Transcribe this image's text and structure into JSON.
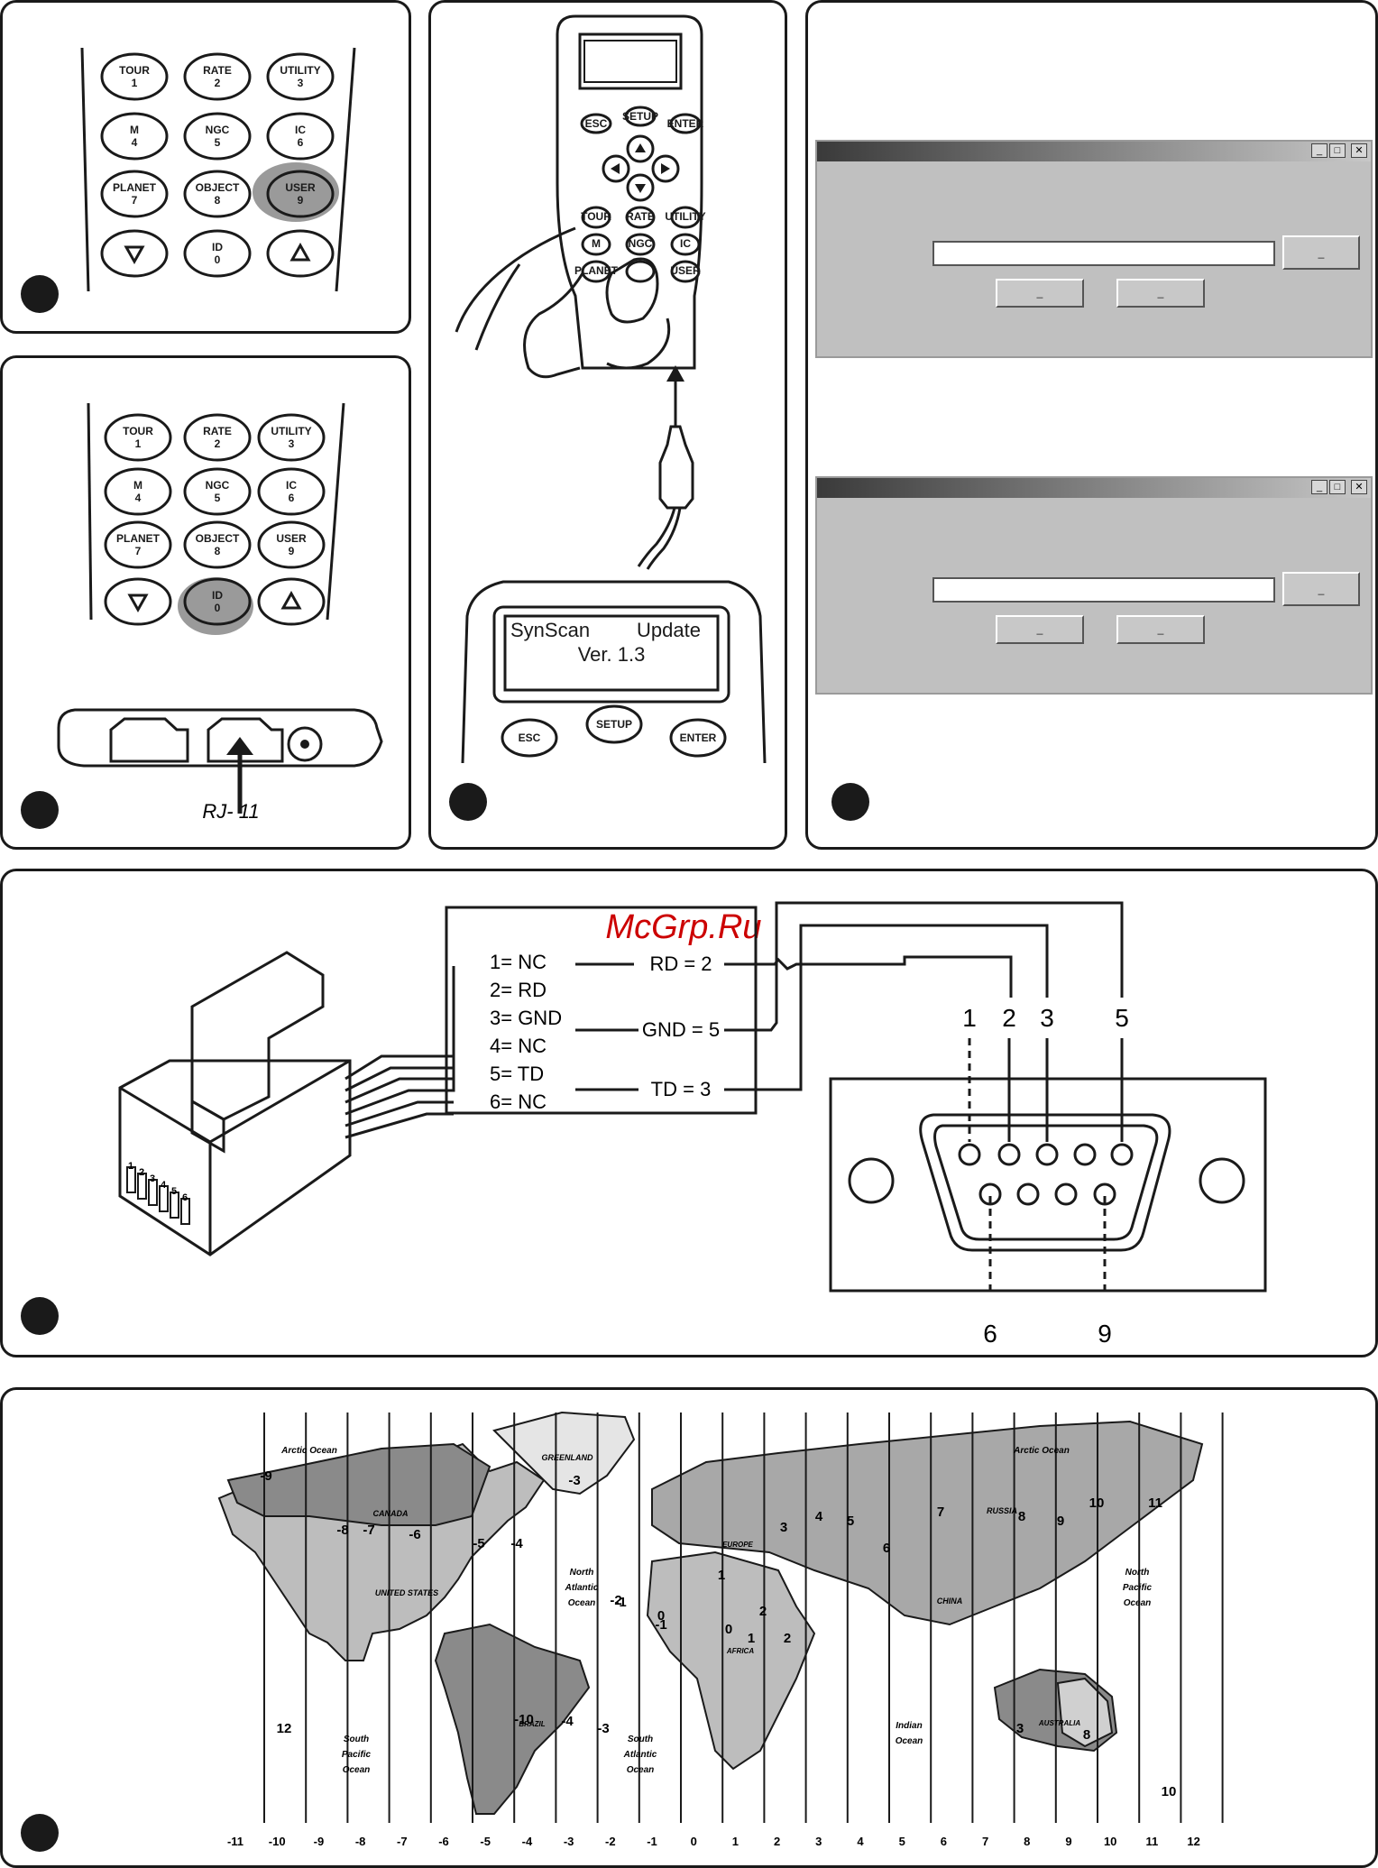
{
  "panel1": {
    "keys": [
      {
        "label": "TOUR",
        "num": "1"
      },
      {
        "label": "RATE",
        "num": "2"
      },
      {
        "label": "UTILITY",
        "num": "3"
      },
      {
        "label": "M",
        "num": "4"
      },
      {
        "label": "NGC",
        "num": "5"
      },
      {
        "label": "IC",
        "num": "6"
      },
      {
        "label": "PLANET",
        "num": "7"
      },
      {
        "label": "OBJECT",
        "num": "8"
      },
      {
        "label": "USER",
        "num": "9"
      },
      {
        "label": "",
        "num": ""
      },
      {
        "label": "ID",
        "num": "0"
      },
      {
        "label": "",
        "num": ""
      }
    ],
    "highlighted_key": "USER"
  },
  "panel2": {
    "highlighted_key": "ID",
    "connector_label": "RJ- 11"
  },
  "panel3": {
    "handset_buttons": [
      "ESC",
      "SETUP",
      "ENTER"
    ],
    "small_keys": [
      "TOUR",
      "RATE",
      "UTILITY",
      "M",
      "NGC",
      "IC",
      "PLANET",
      "",
      "USER"
    ],
    "lcd_line1_left": "SynScan",
    "lcd_line1_right": "Update",
    "lcd_line2": "Ver. 1.3",
    "bottom_buttons": [
      "ESC",
      "SETUP",
      "ENTER"
    ]
  },
  "panel4": {
    "window_buttons": [
      "_",
      "□",
      "✕"
    ],
    "browse_label": "_",
    "btn_a": "_",
    "btn_b": "_"
  },
  "wiring": {
    "watermark": "McGrp.Ru",
    "pins": [
      "1= NC",
      "2= RD",
      "3= GND",
      "4= NC",
      "5= TD",
      "6= NC"
    ],
    "mapping": [
      "RD = 2",
      "GND = 5",
      "TD = 3"
    ],
    "db9_top_labels": [
      "1",
      "2",
      "3",
      "5"
    ],
    "db9_bottom_labels": [
      "6",
      "9"
    ],
    "rj_pin_numbers": [
      "1",
      "2",
      "3",
      "4",
      "5",
      "6"
    ]
  },
  "map": {
    "labels": {
      "arctic_left": "Arctic Ocean",
      "arctic_right": "Arctic Ocean",
      "greenland": "GREENLAND",
      "canada": "CANADA",
      "united_states": "UNITED STATES",
      "russia": "RUSSIA",
      "china": "CHINA",
      "europe": "EUROPE",
      "africa": "AFRICA",
      "brazil": "BRAZIL",
      "australia": "AUSTRALIA",
      "north_atlantic": [
        "North",
        "Atlantic",
        "Ocean"
      ],
      "north_pacific": [
        "North",
        "Pacific",
        "Ocean"
      ],
      "south_pacific": [
        "South",
        "Pacific",
        "Ocean"
      ],
      "south_atlantic": [
        "South",
        "Atlantic",
        "Ocean"
      ],
      "indian": [
        "Indian",
        "Ocean"
      ]
    },
    "zone_marks": [
      "-9",
      "-8",
      "-7",
      "-6",
      "-5",
      "-4",
      "-3",
      "-1",
      "0",
      "1",
      "2",
      "3",
      "4",
      "5",
      "6",
      "7",
      "8",
      "9",
      "10",
      "11",
      "12",
      "-10",
      "-4",
      "-3",
      "-2",
      "-1",
      "0",
      "1",
      "2",
      "3",
      "8",
      "10",
      "12"
    ],
    "bottom_scale": [
      "-11",
      "-10",
      "-9",
      "-8",
      "-7",
      "-6",
      "-5",
      "-4",
      "-3",
      "-2",
      "-1",
      "0",
      "1",
      "2",
      "3",
      "4",
      "5",
      "6",
      "7",
      "8",
      "9",
      "10",
      "11",
      "12"
    ]
  }
}
